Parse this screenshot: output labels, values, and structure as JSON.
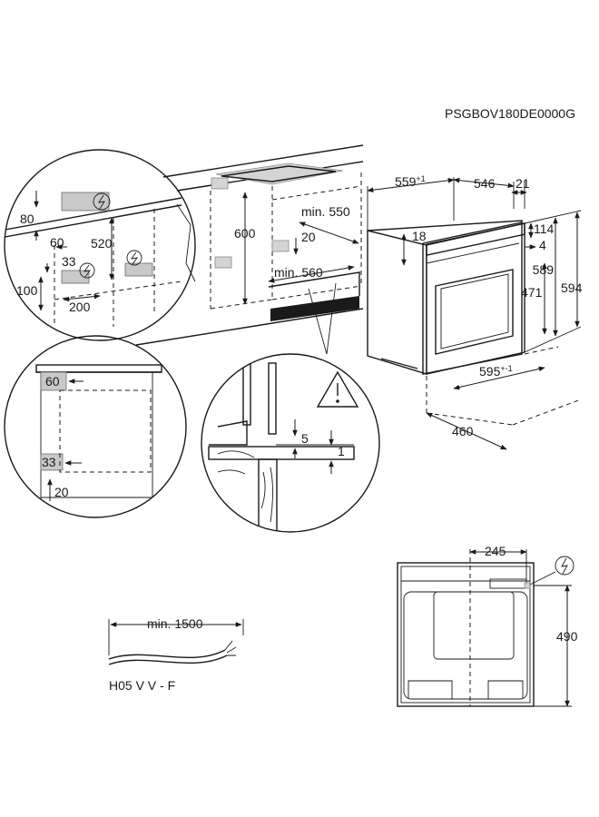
{
  "product_code": "PSGBOV180DE0000G",
  "dimensions": {
    "depth_559": "559",
    "depth_559_tol": "+1",
    "depth_546": "546",
    "front_21": "21",
    "top_114": "114",
    "top_4": "4",
    "top_18": "18",
    "height_589": "589",
    "height_594": "594",
    "door_471": "471",
    "width_595": "595",
    "width_595_tol": "+-1",
    "depth_460": "460",
    "niche_height_600": "600",
    "niche_min_550": "min. 550",
    "niche_min_560": "min. 560",
    "niche_20": "20",
    "socket_80": "80",
    "socket_60": "60",
    "socket_520": "520",
    "socket_33": "33",
    "socket_100": "100",
    "socket_200": "200",
    "vent_60": "60",
    "vent_33": "33",
    "vent_20": "20",
    "gap_5": "5",
    "gap_1": "1",
    "rear_245": "245",
    "rear_490": "490"
  },
  "cable": {
    "length": "min. 1500",
    "type": "H05 V V - F"
  },
  "icons": {
    "electric": "electric-connection-icon",
    "warning": "warning-triangle-icon"
  },
  "colors": {
    "line": "#1a1a1a",
    "shade": "#c9c9c9"
  }
}
